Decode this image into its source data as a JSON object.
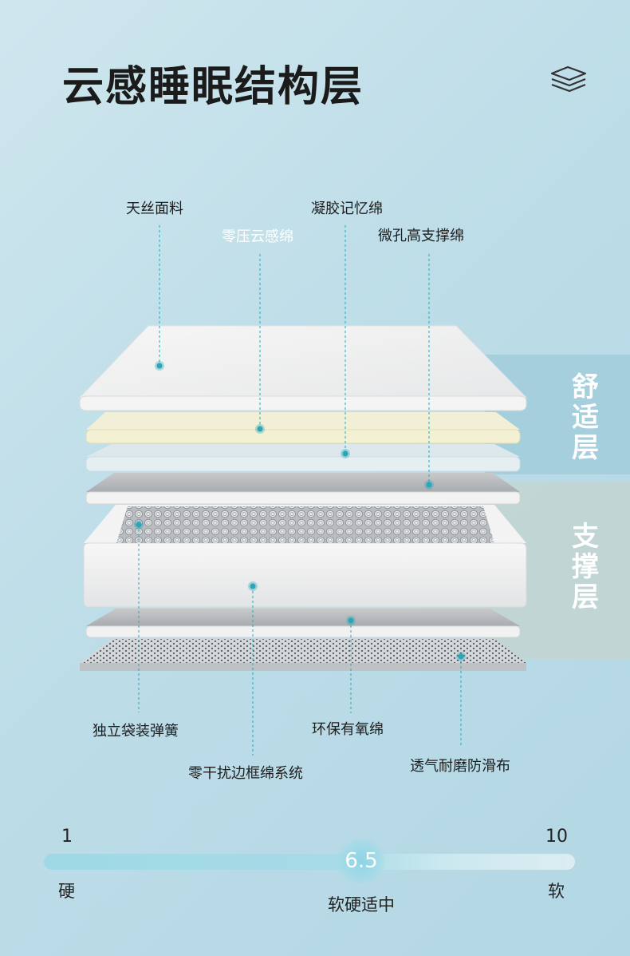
{
  "title": "云感睡眠结构层",
  "icons": {
    "header": "stacked-layers-icon"
  },
  "bands": {
    "comfort": "舒适层",
    "support": "支撑层"
  },
  "top_callouts": {
    "tencel_fabric": "天丝面料",
    "zero_pressure_foam": "零压云感绵",
    "gel_memory_foam": "凝胶记忆绵",
    "microporous_support_foam": "微孔高支撑绵"
  },
  "bottom_callouts": {
    "pocket_springs": "独立袋装弹簧",
    "eco_oxygen_foam": "环保有氧绵",
    "edge_foam_system": "零干扰边框绵系统",
    "antislip_fabric": "透气耐磨防滑布"
  },
  "scale": {
    "min": "1",
    "max": "10",
    "value": "6.5",
    "value_fraction": 0.61,
    "left_label": "硬",
    "right_label": "软",
    "caption": "软硬适中"
  },
  "colors": {
    "accent": "#2aa6b8",
    "comfort_band": "#96c4d6",
    "support_band": "#c4d4ce"
  }
}
